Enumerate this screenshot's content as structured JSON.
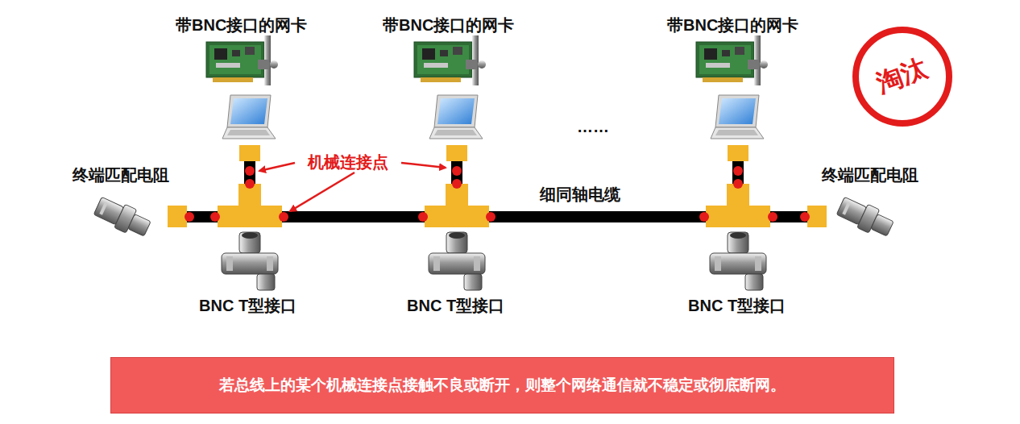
{
  "diagram": {
    "nodes": [
      {
        "text": [
          "淘汰"
        ]
      },
      {
        "text": [
          "若总线上的某个机械连接点接触不良或断开，则整个网络通信就不稳定或彻底断网。"
        ]
      }
    ],
    "labels": [
      "带BNC接口的网卡",
      "带BNC接口的网卡",
      "带BNC接口的网卡",
      "……",
      "机械连接点",
      "终端匹配电阻",
      "细同轴电缆",
      "终端匹配电阻",
      "BNC T型接口",
      "BNC T型接口",
      "BNC T型接口"
    ]
  }
}
